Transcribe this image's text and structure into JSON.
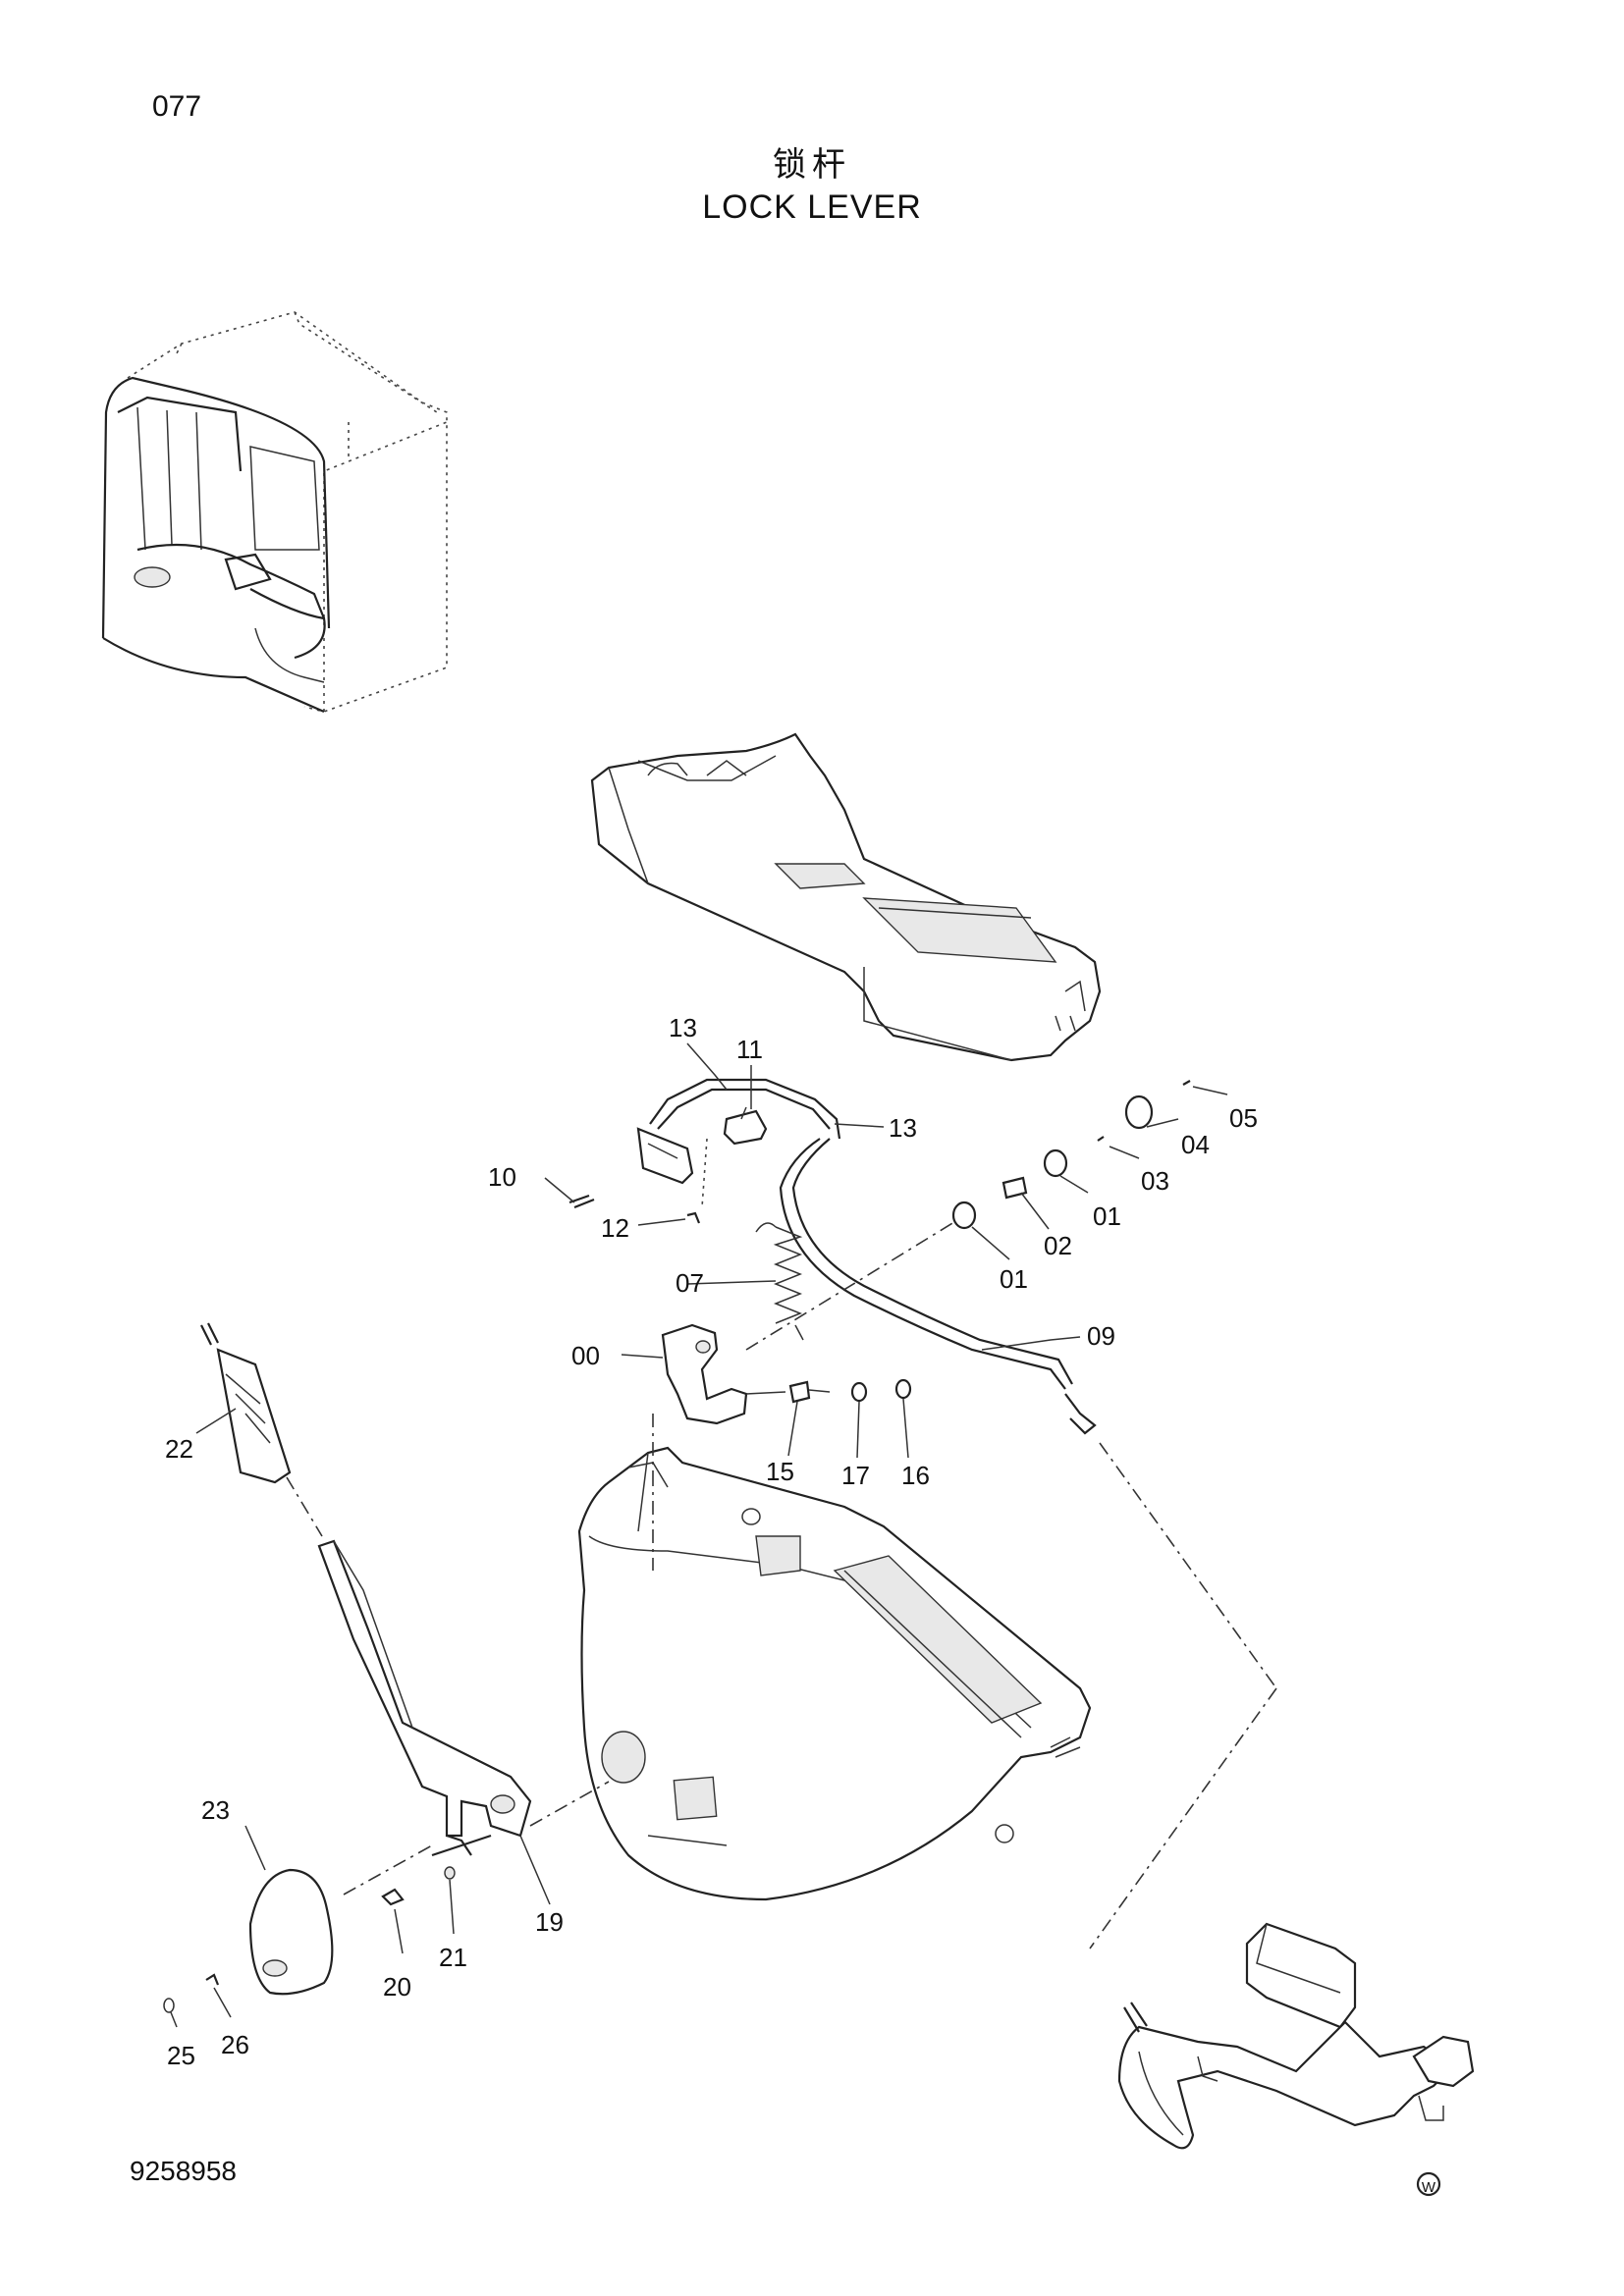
{
  "header": {
    "page_number": "077",
    "title_cn": "锁杆",
    "title_en": "LOCK LEVER"
  },
  "footer": {
    "drawing_number": "9258958"
  },
  "part_labels": {
    "p00": "00",
    "p01a": "01",
    "p01b": "01",
    "p02": "02",
    "p03": "03",
    "p04": "04",
    "p05": "05",
    "p07": "07",
    "p09": "09",
    "p10": "10",
    "p11": "11",
    "p12": "12",
    "p13a": "13",
    "p13b": "13",
    "p15": "15",
    "p16": "16",
    "p17": "17",
    "p19": "19",
    "p20": "20",
    "p21": "21",
    "p22": "22",
    "p23": "23",
    "p25": "25",
    "p26": "26"
  },
  "marks": {
    "symbol_w": "W"
  }
}
